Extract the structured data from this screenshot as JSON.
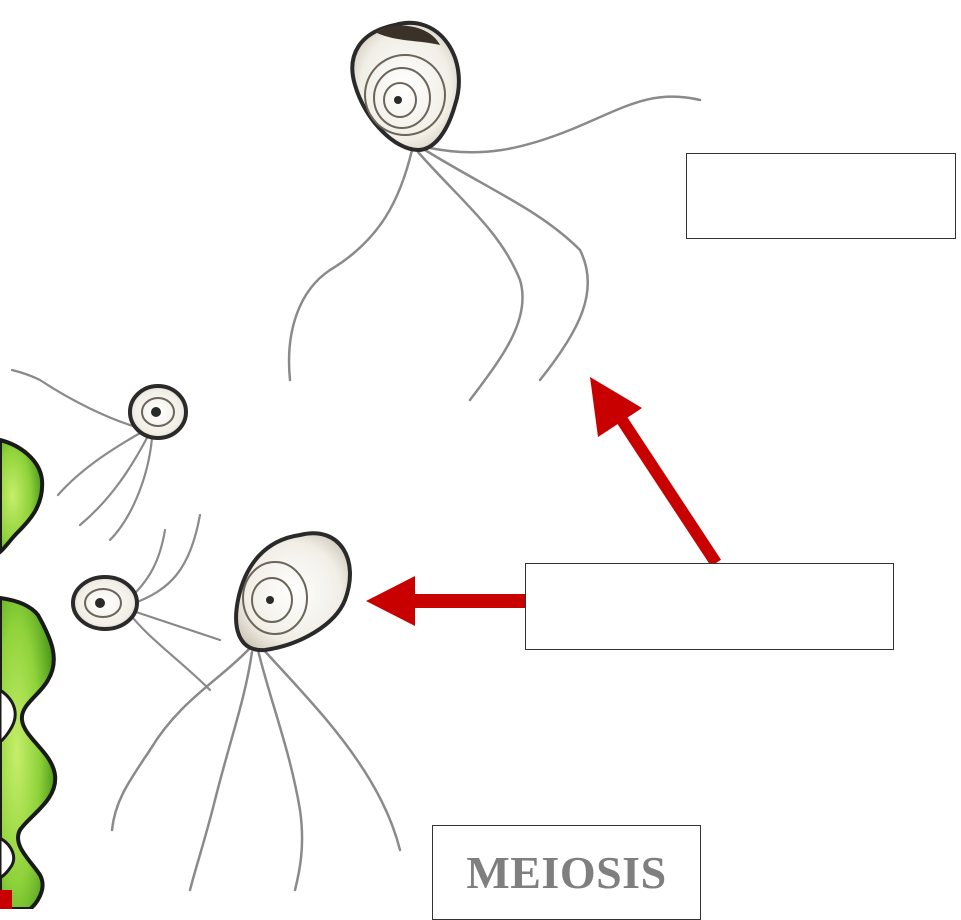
{
  "diagram": {
    "meiosis_label": "MEIOSIS",
    "answer_box_top": "",
    "answer_box_middle": ""
  },
  "colors": {
    "arrow": "#c80000",
    "algae_fill": "#8ed23a",
    "algae_outline": "#1a1a1a",
    "cell_outline": "#2a2a2a",
    "flagella": "#8a8a8a",
    "box_border": "#333333",
    "label_text": "#7f7f7f"
  },
  "icons": {
    "arrow_up": "red-arrow-up-left",
    "arrow_left": "red-arrow-left"
  }
}
